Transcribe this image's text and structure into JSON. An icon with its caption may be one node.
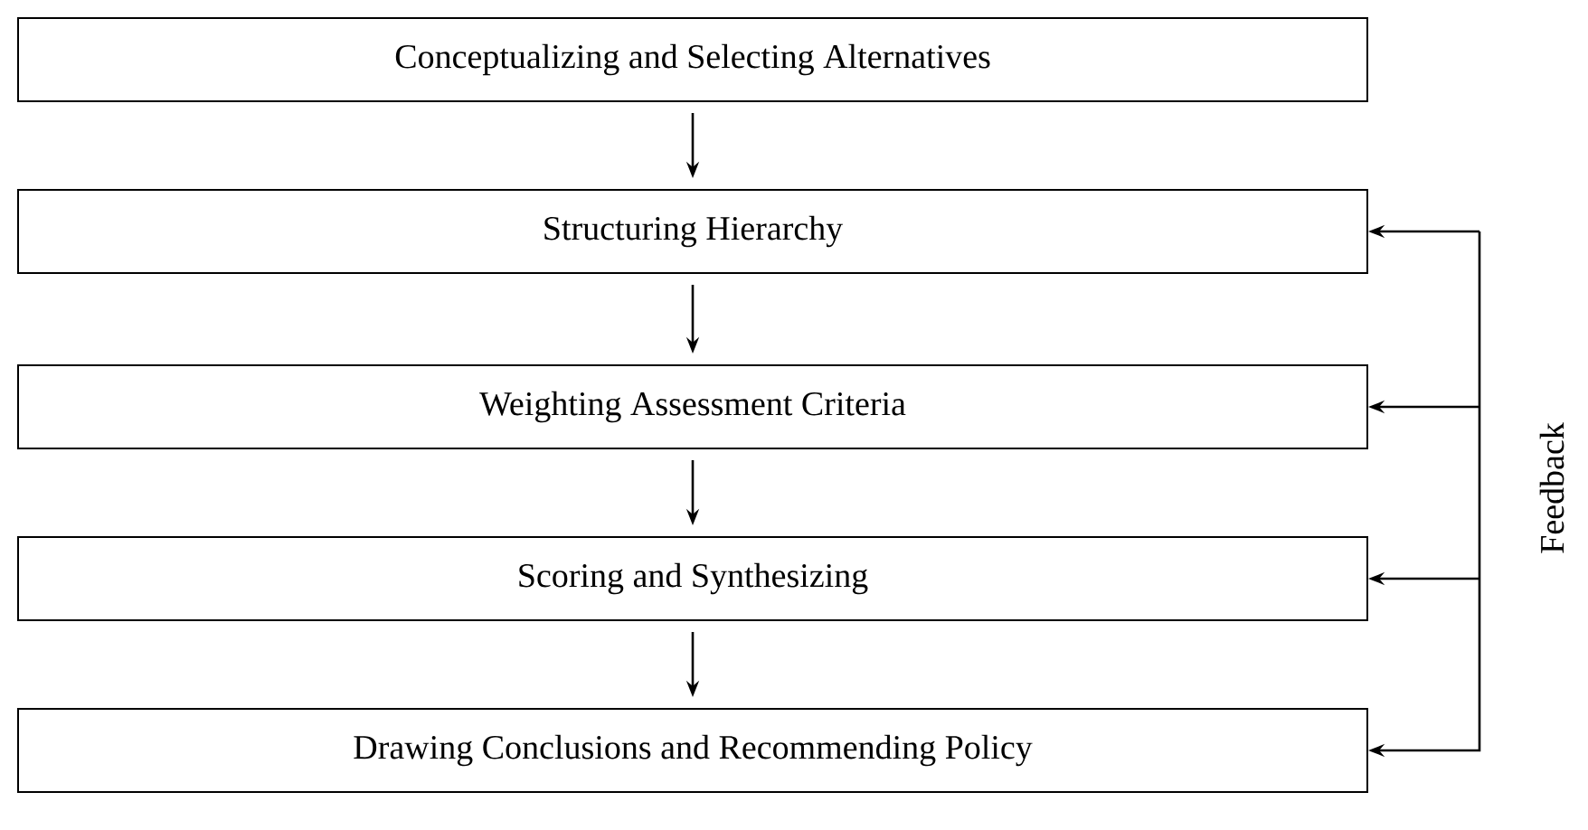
{
  "diagram": {
    "nodes": [
      {
        "text": [
          "Conceptualizing and Selecting Alternatives"
        ]
      },
      {
        "text": [
          "Structuring Hierarchy"
        ]
      },
      {
        "text": [
          "Weighting Assessment Criteria"
        ]
      },
      {
        "text": [
          "Scoring and Synthesizing"
        ]
      },
      {
        "text": [
          "Drawing Conclusions and Recommending Policy"
        ]
      }
    ],
    "edges": [
      {
        "from": 0,
        "to": 1,
        "arrow": "to"
      },
      {
        "from": 1,
        "to": 2,
        "arrow": "to"
      },
      {
        "from": 2,
        "to": 3,
        "arrow": "to"
      },
      {
        "from": 3,
        "to": 4,
        "arrow": "to"
      },
      {
        "from": null,
        "to": 1,
        "arrow": "to"
      },
      {
        "from": null,
        "to": 2,
        "arrow": "to"
      },
      {
        "from": null,
        "to": 3,
        "arrow": "to"
      },
      {
        "from": null,
        "to": 4,
        "arrow": "to"
      }
    ],
    "labels": [
      "Feedback"
    ]
  }
}
